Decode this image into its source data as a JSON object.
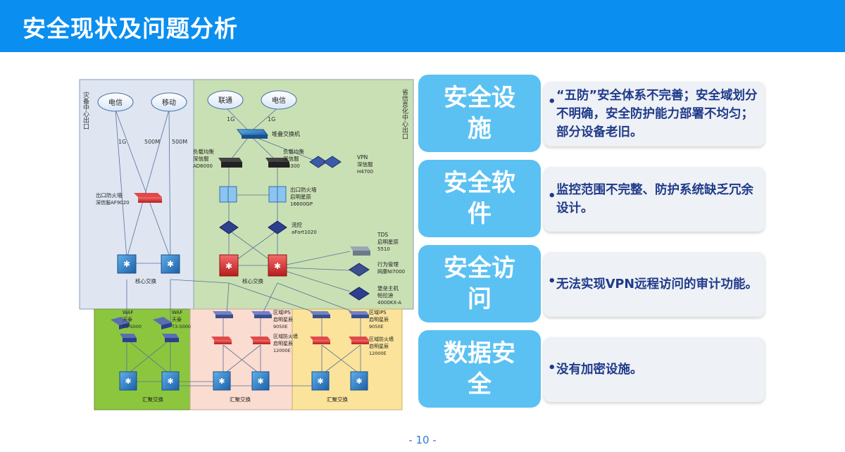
{
  "header": {
    "title": "安全现状及问题分析"
  },
  "cards": [
    {
      "label": "安全设施",
      "text": "“五防”安全体系不完善；安全域划分不明确，安全防护能力部署不均匀；部分设备老旧。"
    },
    {
      "label": "安全软件",
      "text": "监控范围不完整、防护系统缺乏冗余设计。"
    },
    {
      "label": "安全访问",
      "text": "无法实现VPN远程访问的审计功能。"
    },
    {
      "label": "数据安全",
      "text": "没有加密设施。"
    }
  ],
  "page_number": "- 10 -",
  "diagram": {
    "left_zone_label": "灾备中心出口",
    "right_zone_label": "省信息化中心出口",
    "clouds": [
      "电信",
      "移动",
      "联通",
      "电信"
    ],
    "links": {
      "l1": "1G",
      "l2": "500M",
      "l3": "500M",
      "l4": "1G",
      "l5": "1G"
    },
    "devices": {
      "stack_switch": "堆叠交换机",
      "lb1": [
        "负载均衡",
        "深信服",
        "AD6000"
      ],
      "lb2": [
        "负载均衡",
        "深信服",
        "M8300"
      ],
      "vpn": [
        "VPN",
        "深信服",
        "H4700"
      ],
      "exit_fw_left": [
        "出口防火墙",
        "深信服AF9020"
      ],
      "exit_fw_right": [
        "出口防火墙",
        "启明星辰",
        "16600GP"
      ],
      "flow": [
        "流控",
        "aFort1020"
      ],
      "tds": [
        "TDS",
        "启明星辰",
        "5510"
      ],
      "behavior": [
        "行为管理",
        "网康NI7000"
      ],
      "bastion": [
        "堡垒主机",
        "帕拉迪",
        "4000KX-A"
      ],
      "core_left": "核心交换",
      "core_right": "核心交换",
      "waf1": [
        "WAF",
        "天泰",
        "T3-5000"
      ],
      "waf2": [
        "WAF",
        "天泰",
        "T3-5000"
      ],
      "ips1": [
        "区域IPS",
        "启明星辰",
        "9050E"
      ],
      "fw1": [
        "区域防火墙",
        "启明星辰",
        "12000E"
      ],
      "ips2": [
        "区域IPS",
        "启明星辰",
        "9050E"
      ],
      "fw2": [
        "区域防火墙",
        "启明星辰",
        "12000E"
      ],
      "agg1": "汇聚交换",
      "agg2": "汇聚交换",
      "agg3": "汇聚交换"
    }
  },
  "colors": {
    "header": "#0a8ef0",
    "card_label": "#5bc1f2",
    "card_body": "#eef1f5",
    "text_blue": "#1f3a8a",
    "zone_left": "#dfe6f2",
    "zone_right": "#c9e0b4",
    "zone_green": "#8cc63e",
    "zone_pink": "#fadcd0",
    "zone_yellow": "#fbe39b"
  }
}
